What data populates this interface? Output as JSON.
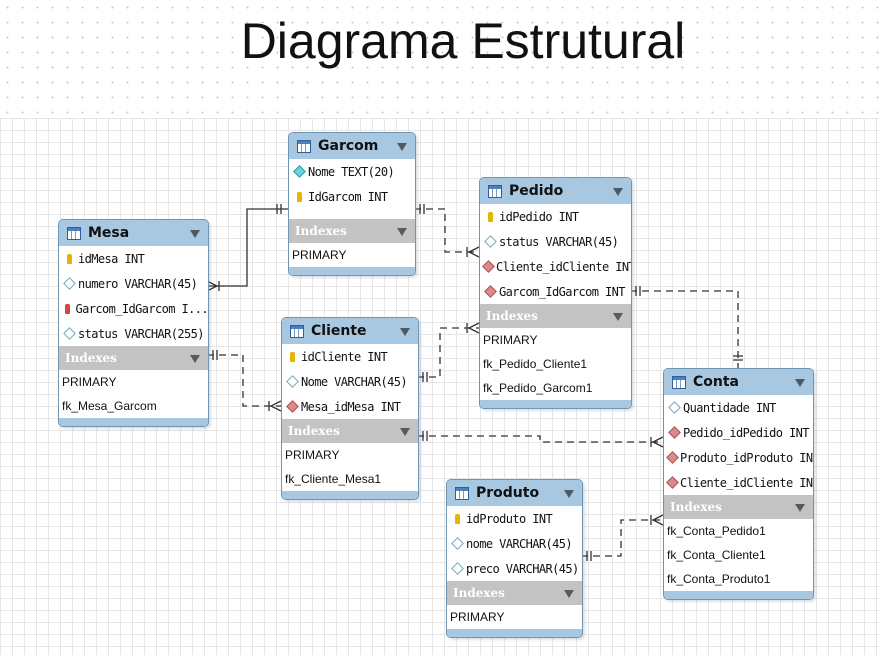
{
  "title": "Diagrama Estrutural",
  "tables": {
    "garcom": {
      "name": "Garcom",
      "columns": [
        {
          "text": "Nome TEXT(20)",
          "icon": "cyan-diamond-icon"
        },
        {
          "text": "IdGarcom INT",
          "icon": "primary-key-icon"
        }
      ],
      "indexes_label": "Indexes",
      "indexes": [
        "PRIMARY"
      ]
    },
    "pedido": {
      "name": "Pedido",
      "columns": [
        {
          "text": "idPedido INT",
          "icon": "primary-key-icon"
        },
        {
          "text": "status VARCHAR(45)",
          "icon": "open-diamond-icon"
        },
        {
          "text": "Cliente_idCliente INT",
          "icon": "red-diamond-icon"
        },
        {
          "text": "Garcom_IdGarcom INT",
          "icon": "red-diamond-icon"
        }
      ],
      "indexes_label": "Indexes",
      "indexes": [
        "PRIMARY",
        "fk_Pedido_Cliente1",
        "fk_Pedido_Garcom1"
      ]
    },
    "mesa": {
      "name": "Mesa",
      "columns": [
        {
          "text": "idMesa INT",
          "icon": "primary-key-icon"
        },
        {
          "text": "numero VARCHAR(45)",
          "icon": "open-diamond-icon"
        },
        {
          "text": "Garcom_IdGarcom I...",
          "icon": "foreign-key-icon"
        },
        {
          "text": "status VARCHAR(255)",
          "icon": "open-diamond-icon"
        }
      ],
      "indexes_label": "Indexes",
      "indexes": [
        "PRIMARY",
        "fk_Mesa_Garcom"
      ]
    },
    "cliente": {
      "name": "Cliente",
      "columns": [
        {
          "text": "idCliente INT",
          "icon": "primary-key-icon"
        },
        {
          "text": "Nome VARCHAR(45)",
          "icon": "open-diamond-icon"
        },
        {
          "text": "Mesa_idMesa INT",
          "icon": "red-diamond-icon"
        }
      ],
      "indexes_label": "Indexes",
      "indexes": [
        "PRIMARY",
        "fk_Cliente_Mesa1"
      ]
    },
    "conta": {
      "name": "Conta",
      "columns": [
        {
          "text": "Quantidade INT",
          "icon": "open-diamond-icon"
        },
        {
          "text": "Pedido_idPedido INT",
          "icon": "red-diamond-icon"
        },
        {
          "text": "Produto_idProduto INT",
          "icon": "red-diamond-icon"
        },
        {
          "text": "Cliente_idCliente INT",
          "icon": "red-diamond-icon"
        }
      ],
      "indexes_label": "Indexes",
      "indexes": [
        "fk_Conta_Pedido1",
        "fk_Conta_Cliente1",
        "fk_Conta_Produto1"
      ]
    },
    "produto": {
      "name": "Produto",
      "columns": [
        {
          "text": "idProduto INT",
          "icon": "primary-key-icon"
        },
        {
          "text": "nome VARCHAR(45)",
          "icon": "open-diamond-icon"
        },
        {
          "text": "preco VARCHAR(45)",
          "icon": "open-diamond-icon"
        }
      ],
      "indexes_label": "Indexes",
      "indexes": [
        "PRIMARY"
      ]
    }
  },
  "relationships": [
    {
      "from": "Garcom",
      "to": "Mesa",
      "style": "solid"
    },
    {
      "from": "Garcom",
      "to": "Pedido",
      "style": "dashed"
    },
    {
      "from": "Mesa",
      "to": "Cliente",
      "style": "dashed"
    },
    {
      "from": "Cliente",
      "to": "Pedido",
      "style": "dashed"
    },
    {
      "from": "Pedido",
      "to": "Conta",
      "style": "dashed"
    },
    {
      "from": "Cliente",
      "to": "Conta",
      "style": "dashed"
    },
    {
      "from": "Produto",
      "to": "Conta",
      "style": "dashed"
    }
  ]
}
